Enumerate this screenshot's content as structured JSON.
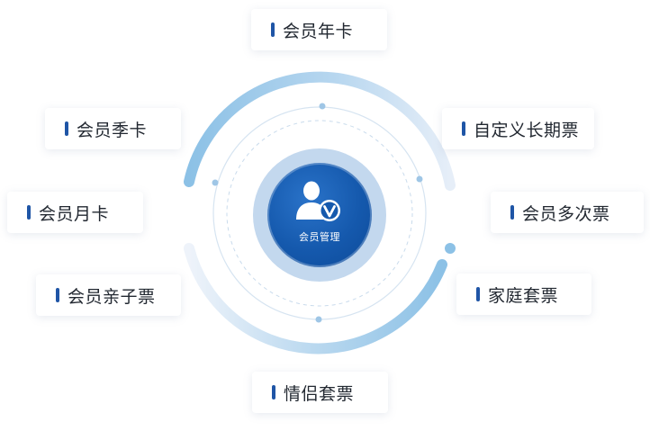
{
  "center": {
    "label": "会员管理",
    "icon": "member-badge-icon"
  },
  "items": {
    "annual": "会员年卡",
    "season": "会员季卡",
    "month": "会员月卡",
    "family": "会员亲子票",
    "custom": "自定义长期票",
    "multi": "会员多次票",
    "home_package": "家庭套票",
    "couple_package": "情侣套票"
  },
  "colors": {
    "accent": "#1f55a6",
    "ring": "#8bbfe6",
    "core": "#1559ad"
  }
}
